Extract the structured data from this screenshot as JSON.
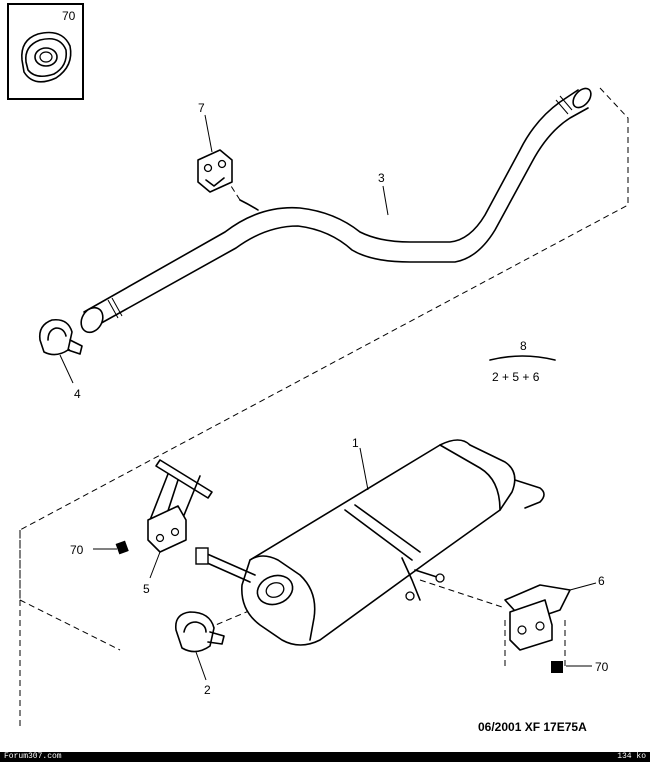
{
  "inset": {
    "label": "70"
  },
  "callouts": {
    "muffler": "1",
    "clamp_rear": "2",
    "intermediate_pipe": "3",
    "clamp_front": "4",
    "rear_mount": "5",
    "right_mount": "6",
    "pipe_hanger": "7",
    "set_number": "8",
    "set_contents": "2 + 5 + 6",
    "nut_left": "70",
    "nut_right": "70"
  },
  "caption": "06/2001  XF 17E75A",
  "footer": {
    "site": "Forum307.com",
    "size": "134 ko"
  }
}
